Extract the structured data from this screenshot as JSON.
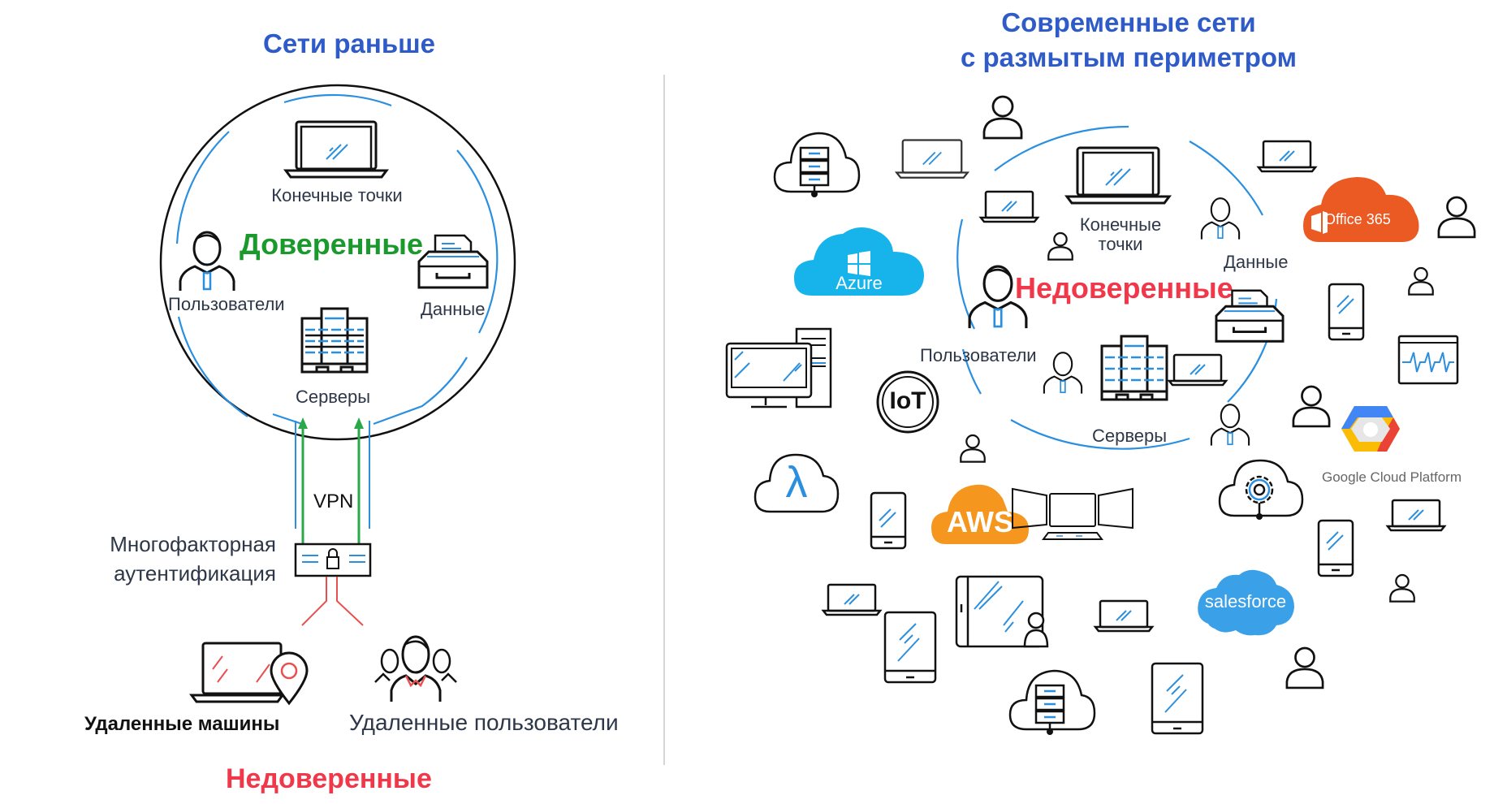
{
  "left_panel": {
    "title": "Сети раньше",
    "zone_label": "Доверенные",
    "nodes": {
      "endpoints": "Конечные точки",
      "users": "Пользователи",
      "data": "Данные",
      "servers": "Серверы"
    },
    "vpn_label": "VPN",
    "mfa_label_line1": "Многофакторная",
    "mfa_label_line2": "аутентификация",
    "remote_machines": "Удаленные машины",
    "remote_users": "Удаленные пользователи",
    "outside_label": "Недоверенные"
  },
  "right_panel": {
    "title_line1": "Современные сети",
    "title_line2": "с размытым периметром",
    "zone_label": "Недоверенные",
    "nodes": {
      "endpoints_line1": "Конечные",
      "endpoints_line2": "точки",
      "users": "Пользователи",
      "data": "Данные",
      "servers": "Серверы"
    },
    "brands": {
      "azure": "Azure",
      "office365": "Office 365",
      "aws": "AWS",
      "iot": "IoT",
      "salesforce": "salesforce",
      "google_cloud": "Google Cloud Platform",
      "lambda": "λ"
    }
  },
  "colors": {
    "title_blue": "#2f5bc9",
    "trusted_green": "#1a9a2c",
    "untrusted_red": "#f0384a",
    "accent_blue": "#2b8fe0",
    "azure": "#16b4ea",
    "office365": "#eb5a23",
    "aws": "#f5961e",
    "salesforce": "#3aa0e8"
  }
}
